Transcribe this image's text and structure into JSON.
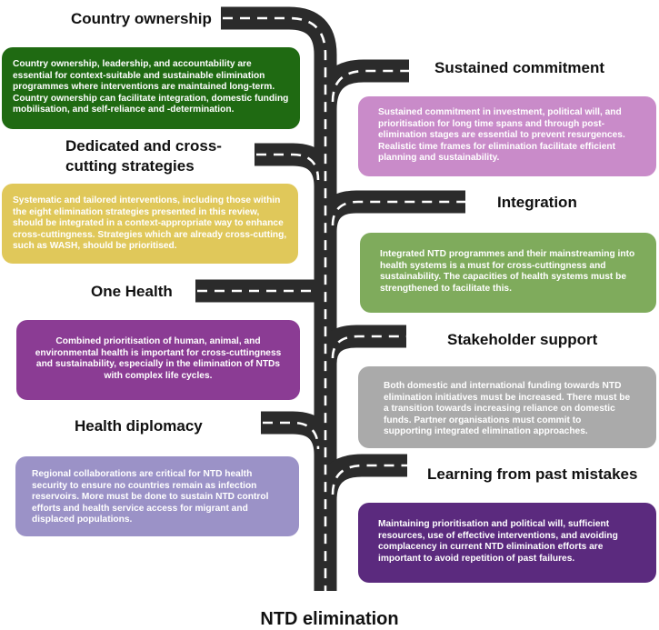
{
  "diagram": {
    "footer": "NTD elimination",
    "colors": {
      "road": "#2b2b2b",
      "dash": "#ffffff",
      "green": "#1f6a12",
      "pink": "#c98bc9",
      "yellow": "#e0c85a",
      "olive": "#7fab5c",
      "purple": "#8b3c94",
      "grey": "#aaaaaa",
      "lavender": "#9b92c7",
      "dark_purple": "#5b2a7e"
    },
    "left": [
      {
        "title": "Country ownership",
        "text": "Country ownership, leadership, and accountability are essential for context-suitable and sustainable elimination programmes where interventions are maintained long-term. Country ownership can facilitate integration, domestic funding mobilisation, and self-reliance and -determination."
      },
      {
        "title": "Dedicated and cross-cutting strategies",
        "text": "Systematic and tailored interventions, including those within the eight elimination strategies presented in this review, should be integrated in a context-appropriate way to enhance cross-cuttingness. Strategies which are already cross-cutting, such as WASH, should be prioritised."
      },
      {
        "title": "One Health",
        "text": "Combined prioritisation of human, animal, and environmental health is important for cross-cuttingness and sustainability, especially in the elimination of NTDs with complex life cycles."
      },
      {
        "title": "Health diplomacy",
        "text": "Regional collaborations are critical for NTD health security to ensure no countries remain as infection reservoirs. More must be done to sustain NTD control efforts and health service access for migrant and displaced populations."
      }
    ],
    "right": [
      {
        "title": "Sustained commitment",
        "text": "Sustained commitment in investment, political will, and prioritisation for long time spans and through post-elimination stages are essential to prevent resurgences. Realistic time frames for elimination facilitate efficient planning and sustainability."
      },
      {
        "title": "Integration",
        "text": "Integrated NTD programmes and their mainstreaming into health systems is a must for cross-cuttingness and sustainability. The capacities of health systems must be strengthened to facilitate this."
      },
      {
        "title": "Stakeholder support",
        "text": "Both domestic and international funding towards NTD elimination initiatives must be increased. There must be a transition towards increasing reliance on domestic funds. Partner organisations must commit to supporting integrated elimination approaches."
      },
      {
        "title": "Learning from past mistakes",
        "text": "Maintaining prioritisation and political will, sufficient resources, use of effective interventions, and avoiding complacency in current NTD elimination efforts are important to avoid repetition of past failures."
      }
    ]
  }
}
